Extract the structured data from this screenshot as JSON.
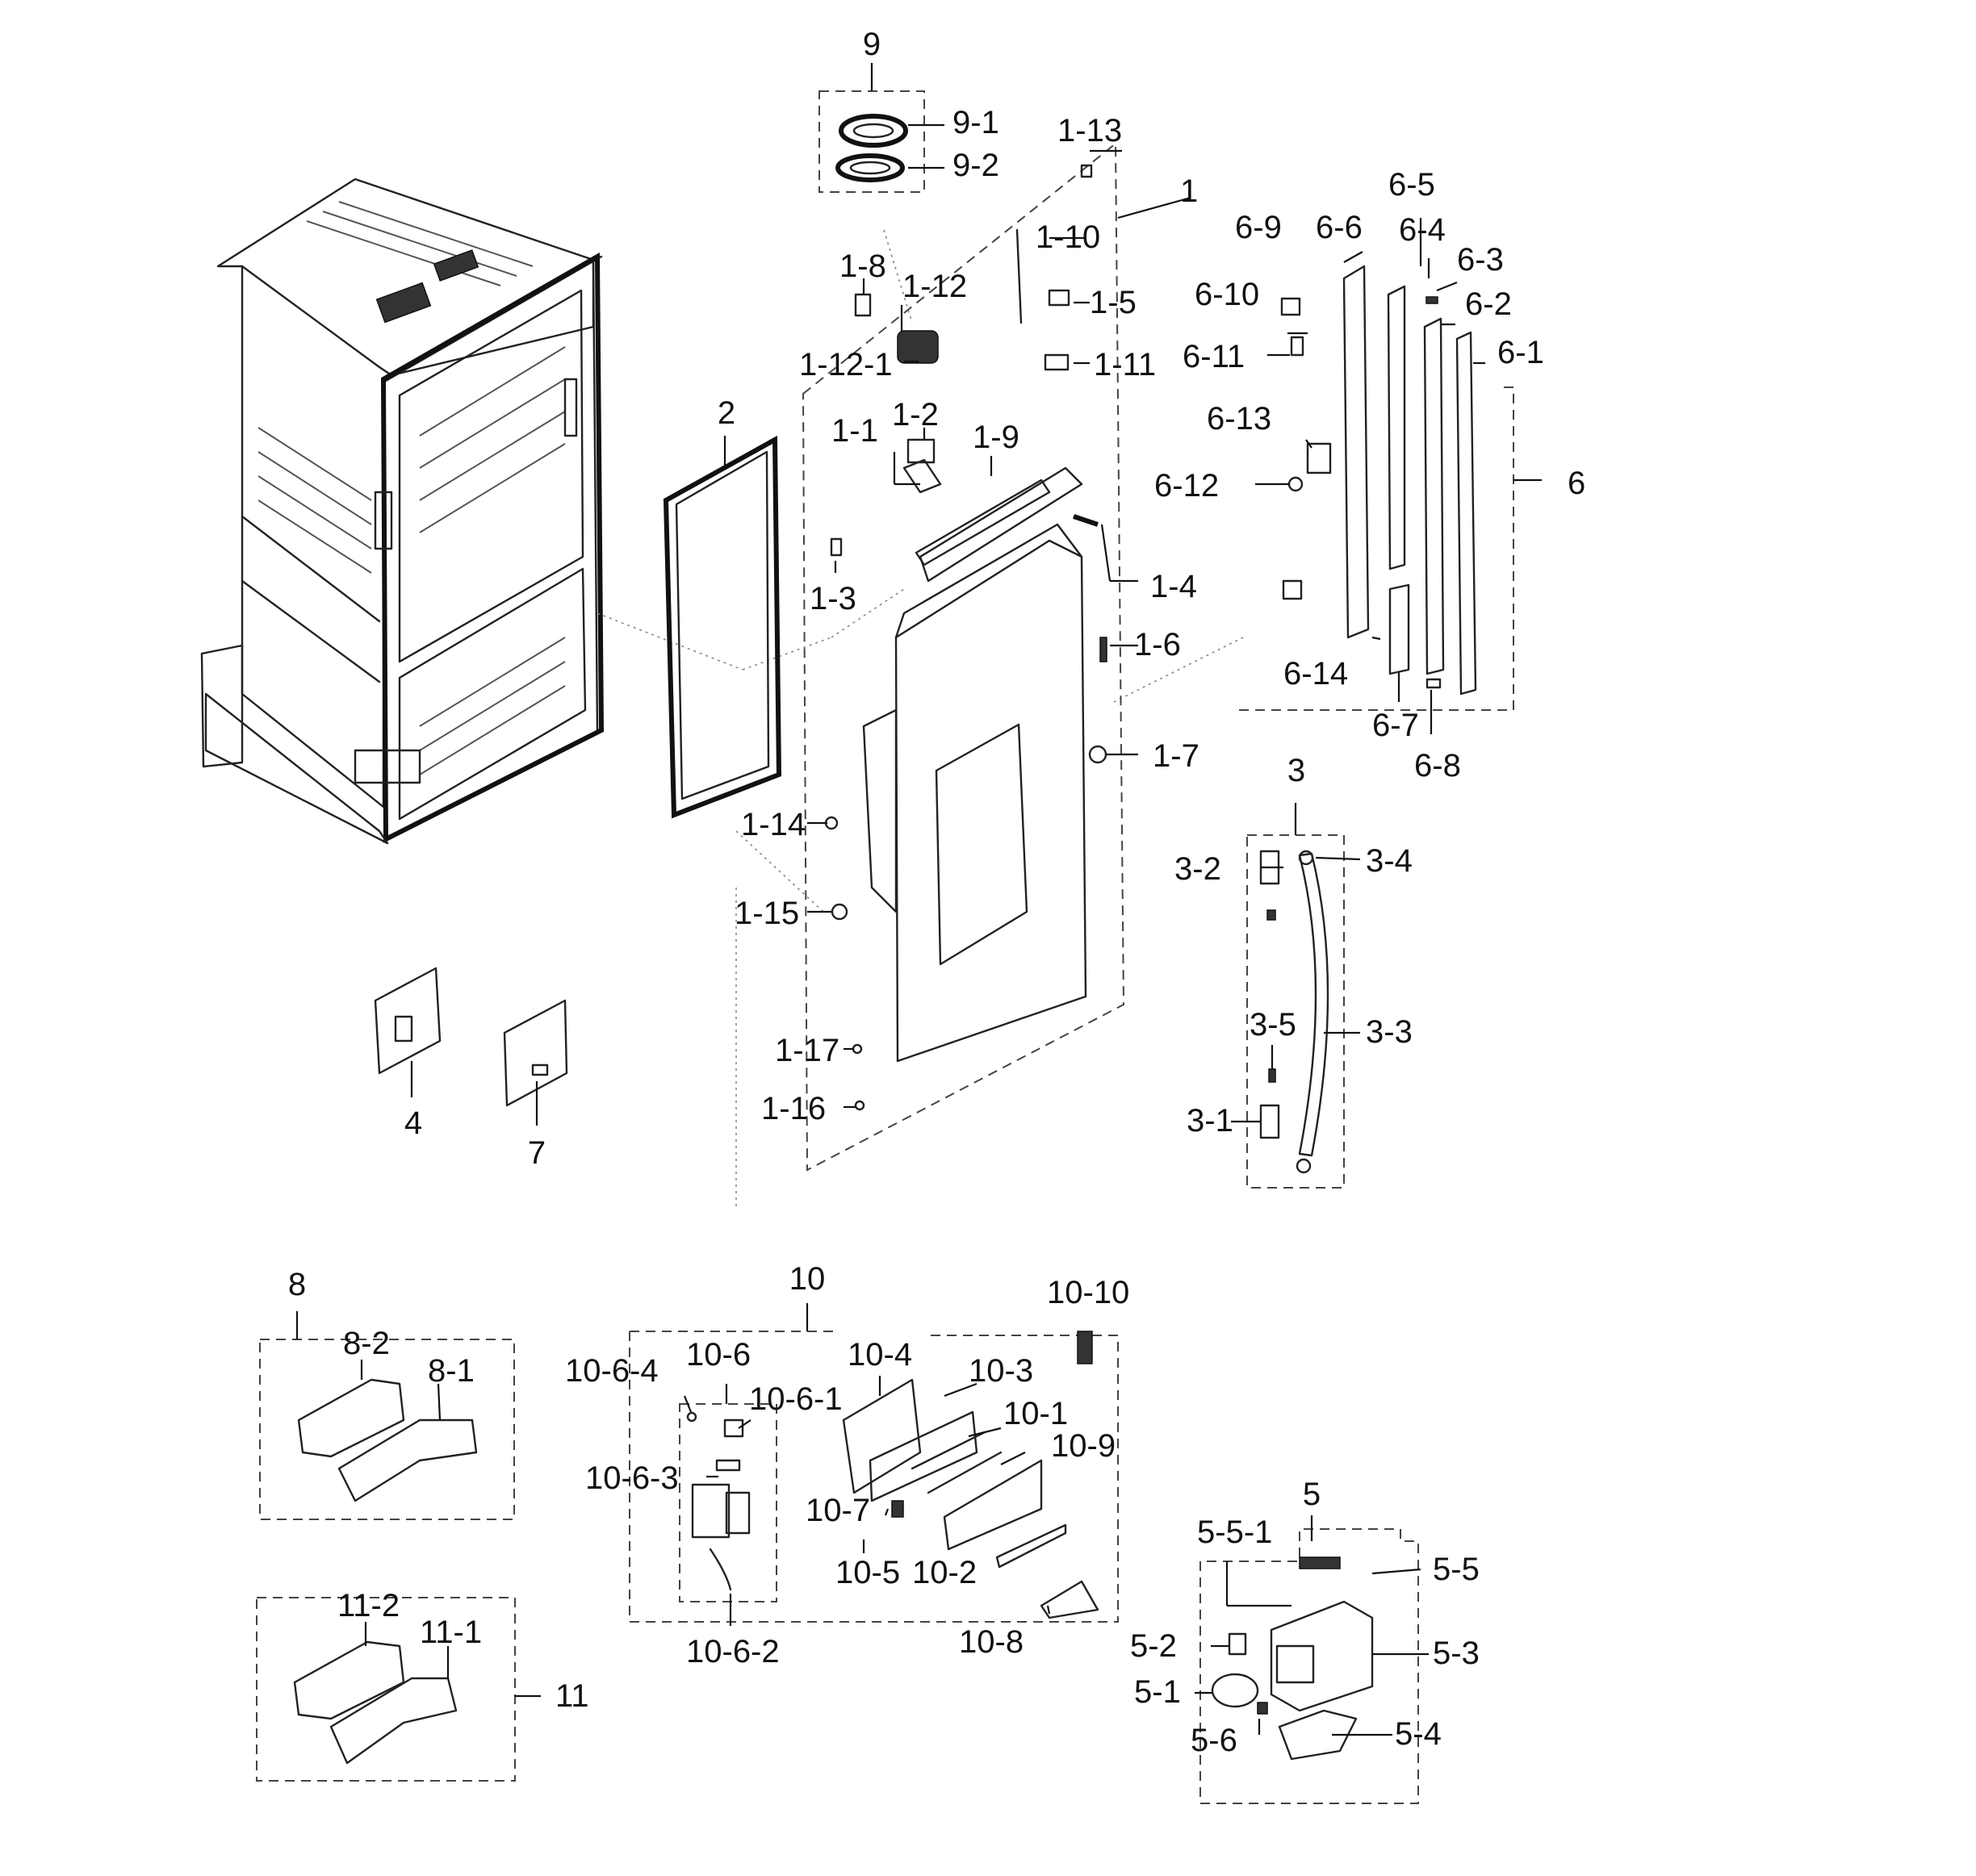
{
  "labels": {
    "p1": "1",
    "p1_1": "1-1",
    "p1_2": "1-2",
    "p1_3": "1-3",
    "p1_4": "1-4",
    "p1_5": "1-5",
    "p1_6": "1-6",
    "p1_7": "1-7",
    "p1_8": "1-8",
    "p1_9": "1-9",
    "p1_10": "1-10",
    "p1_11": "1-11",
    "p1_12": "1-12",
    "p1_12_1": "1-12-1",
    "p1_13": "1-13",
    "p1_14": "1-14",
    "p1_15": "1-15",
    "p1_16": "1-16",
    "p1_17": "1-17",
    "p2": "2",
    "p3": "3",
    "p3_1": "3-1",
    "p3_2": "3-2",
    "p3_3": "3-3",
    "p3_4": "3-4",
    "p3_5": "3-5",
    "p4": "4",
    "p5": "5",
    "p5_1": "5-1",
    "p5_2": "5-2",
    "p5_3": "5-3",
    "p5_4": "5-4",
    "p5_5": "5-5",
    "p5_5_1": "5-5-1",
    "p5_6": "5-6",
    "p6": "6",
    "p6_1": "6-1",
    "p6_2": "6-2",
    "p6_3": "6-3",
    "p6_4": "6-4",
    "p6_5": "6-5",
    "p6_6": "6-6",
    "p6_7": "6-7",
    "p6_8": "6-8",
    "p6_9": "6-9",
    "p6_10": "6-10",
    "p6_11": "6-11",
    "p6_12": "6-12",
    "p6_13": "6-13",
    "p6_14": "6-14",
    "p7": "7",
    "p8": "8",
    "p8_1": "8-1",
    "p8_2": "8-2",
    "p9": "9",
    "p9_1": "9-1",
    "p9_2": "9-2",
    "p10": "10",
    "p10_1": "10-1",
    "p10_2": "10-2",
    "p10_3": "10-3",
    "p10_4": "10-4",
    "p10_5": "10-5",
    "p10_6": "10-6",
    "p10_6_1": "10-6-1",
    "p10_6_2": "10-6-2",
    "p10_6_3": "10-6-3",
    "p10_6_4": "10-6-4",
    "p10_7": "10-7",
    "p10_8": "10-8",
    "p10_9": "10-9",
    "p10_10": "10-10",
    "p11": "11",
    "p11_1": "11-1",
    "p11_2": "11-2"
  }
}
